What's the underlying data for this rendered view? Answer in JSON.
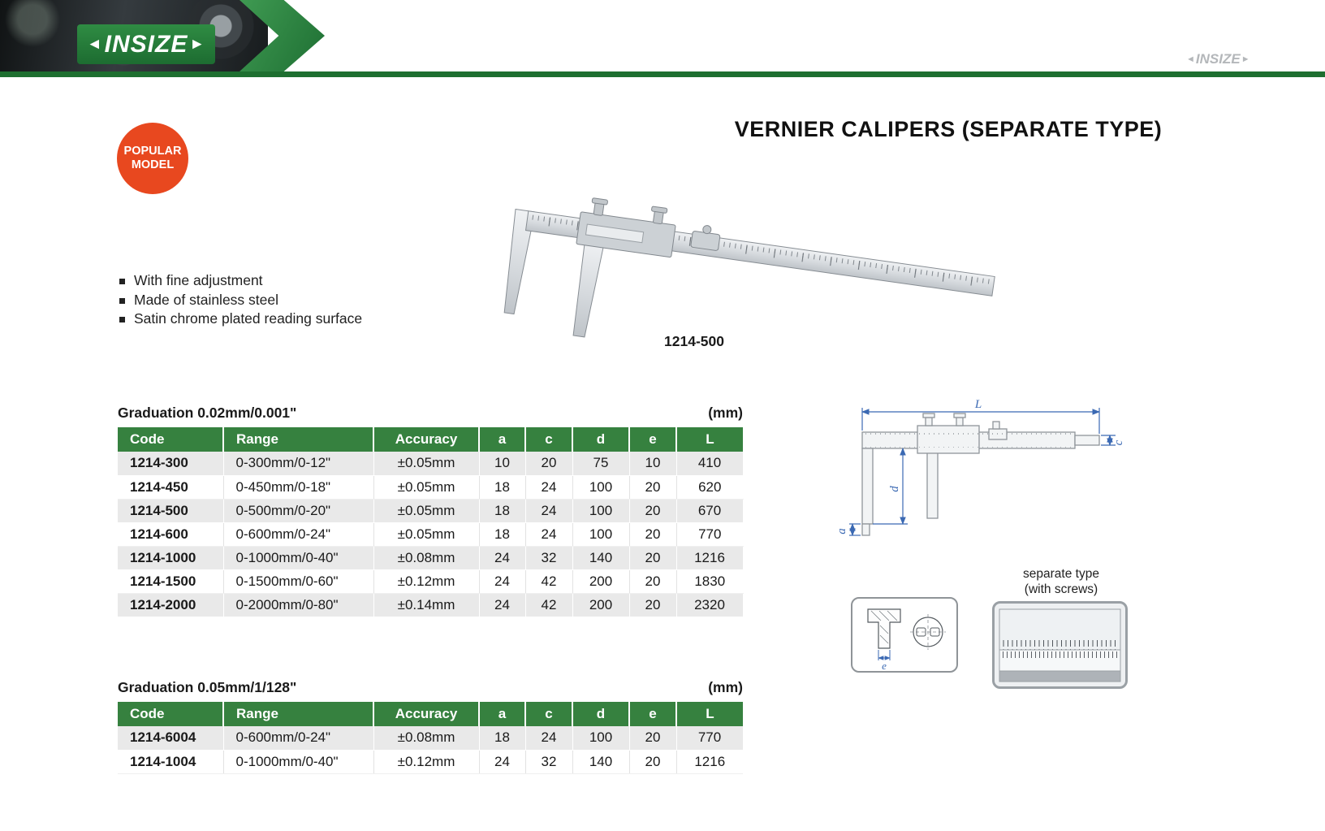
{
  "header": {
    "brand": "INSIZE",
    "brand_right": "INSIZE"
  },
  "badge": {
    "line1": "POPULAR",
    "line2": "MODEL"
  },
  "page": {
    "title": "VERNIER CALIPERS (SEPARATE TYPE)",
    "product_code": "1214-500"
  },
  "features": [
    "With fine adjustment",
    "Made of stainless steel",
    "Satin chrome plated reading surface"
  ],
  "diagram": {
    "labels": [
      "L",
      "c",
      "d",
      "a",
      "e"
    ],
    "caption_line1": "separate type",
    "caption_line2": "(with screws)"
  },
  "tables": [
    {
      "title": "Graduation 0.02mm/0.001\"",
      "unit": "(mm)",
      "columns": [
        "Code",
        "Range",
        "Accuracy",
        "a",
        "c",
        "d",
        "e",
        "L"
      ],
      "rows": [
        [
          "1214-300",
          "0-300mm/0-12\"",
          "±0.05mm",
          "10",
          "20",
          "75",
          "10",
          "410"
        ],
        [
          "1214-450",
          "0-450mm/0-18\"",
          "±0.05mm",
          "18",
          "24",
          "100",
          "20",
          "620"
        ],
        [
          "1214-500",
          "0-500mm/0-20\"",
          "±0.05mm",
          "18",
          "24",
          "100",
          "20",
          "670"
        ],
        [
          "1214-600",
          "0-600mm/0-24\"",
          "±0.05mm",
          "18",
          "24",
          "100",
          "20",
          "770"
        ],
        [
          "1214-1000",
          "0-1000mm/0-40\"",
          "±0.08mm",
          "24",
          "32",
          "140",
          "20",
          "1216"
        ],
        [
          "1214-1500",
          "0-1500mm/0-60\"",
          "±0.12mm",
          "24",
          "42",
          "200",
          "20",
          "1830"
        ],
        [
          "1214-2000",
          "0-2000mm/0-80\"",
          "±0.14mm",
          "24",
          "42",
          "200",
          "20",
          "2320"
        ]
      ]
    },
    {
      "title": "Graduation 0.05mm/1/128\"",
      "unit": "(mm)",
      "columns": [
        "Code",
        "Range",
        "Accuracy",
        "a",
        "c",
        "d",
        "e",
        "L"
      ],
      "rows": [
        [
          "1214-6004",
          "0-600mm/0-24\"",
          "±0.08mm",
          "18",
          "24",
          "100",
          "20",
          "770"
        ],
        [
          "1214-1004",
          "0-1000mm/0-40\"",
          "±0.12mm",
          "24",
          "32",
          "140",
          "20",
          "1216"
        ]
      ]
    }
  ],
  "colors": {
    "brand_green": "#1e6f30",
    "table_header_green": "#36813f",
    "badge_red": "#e8481f",
    "dimension_blue": "#3b69b3",
    "row_gray": "#e9e9e9"
  }
}
